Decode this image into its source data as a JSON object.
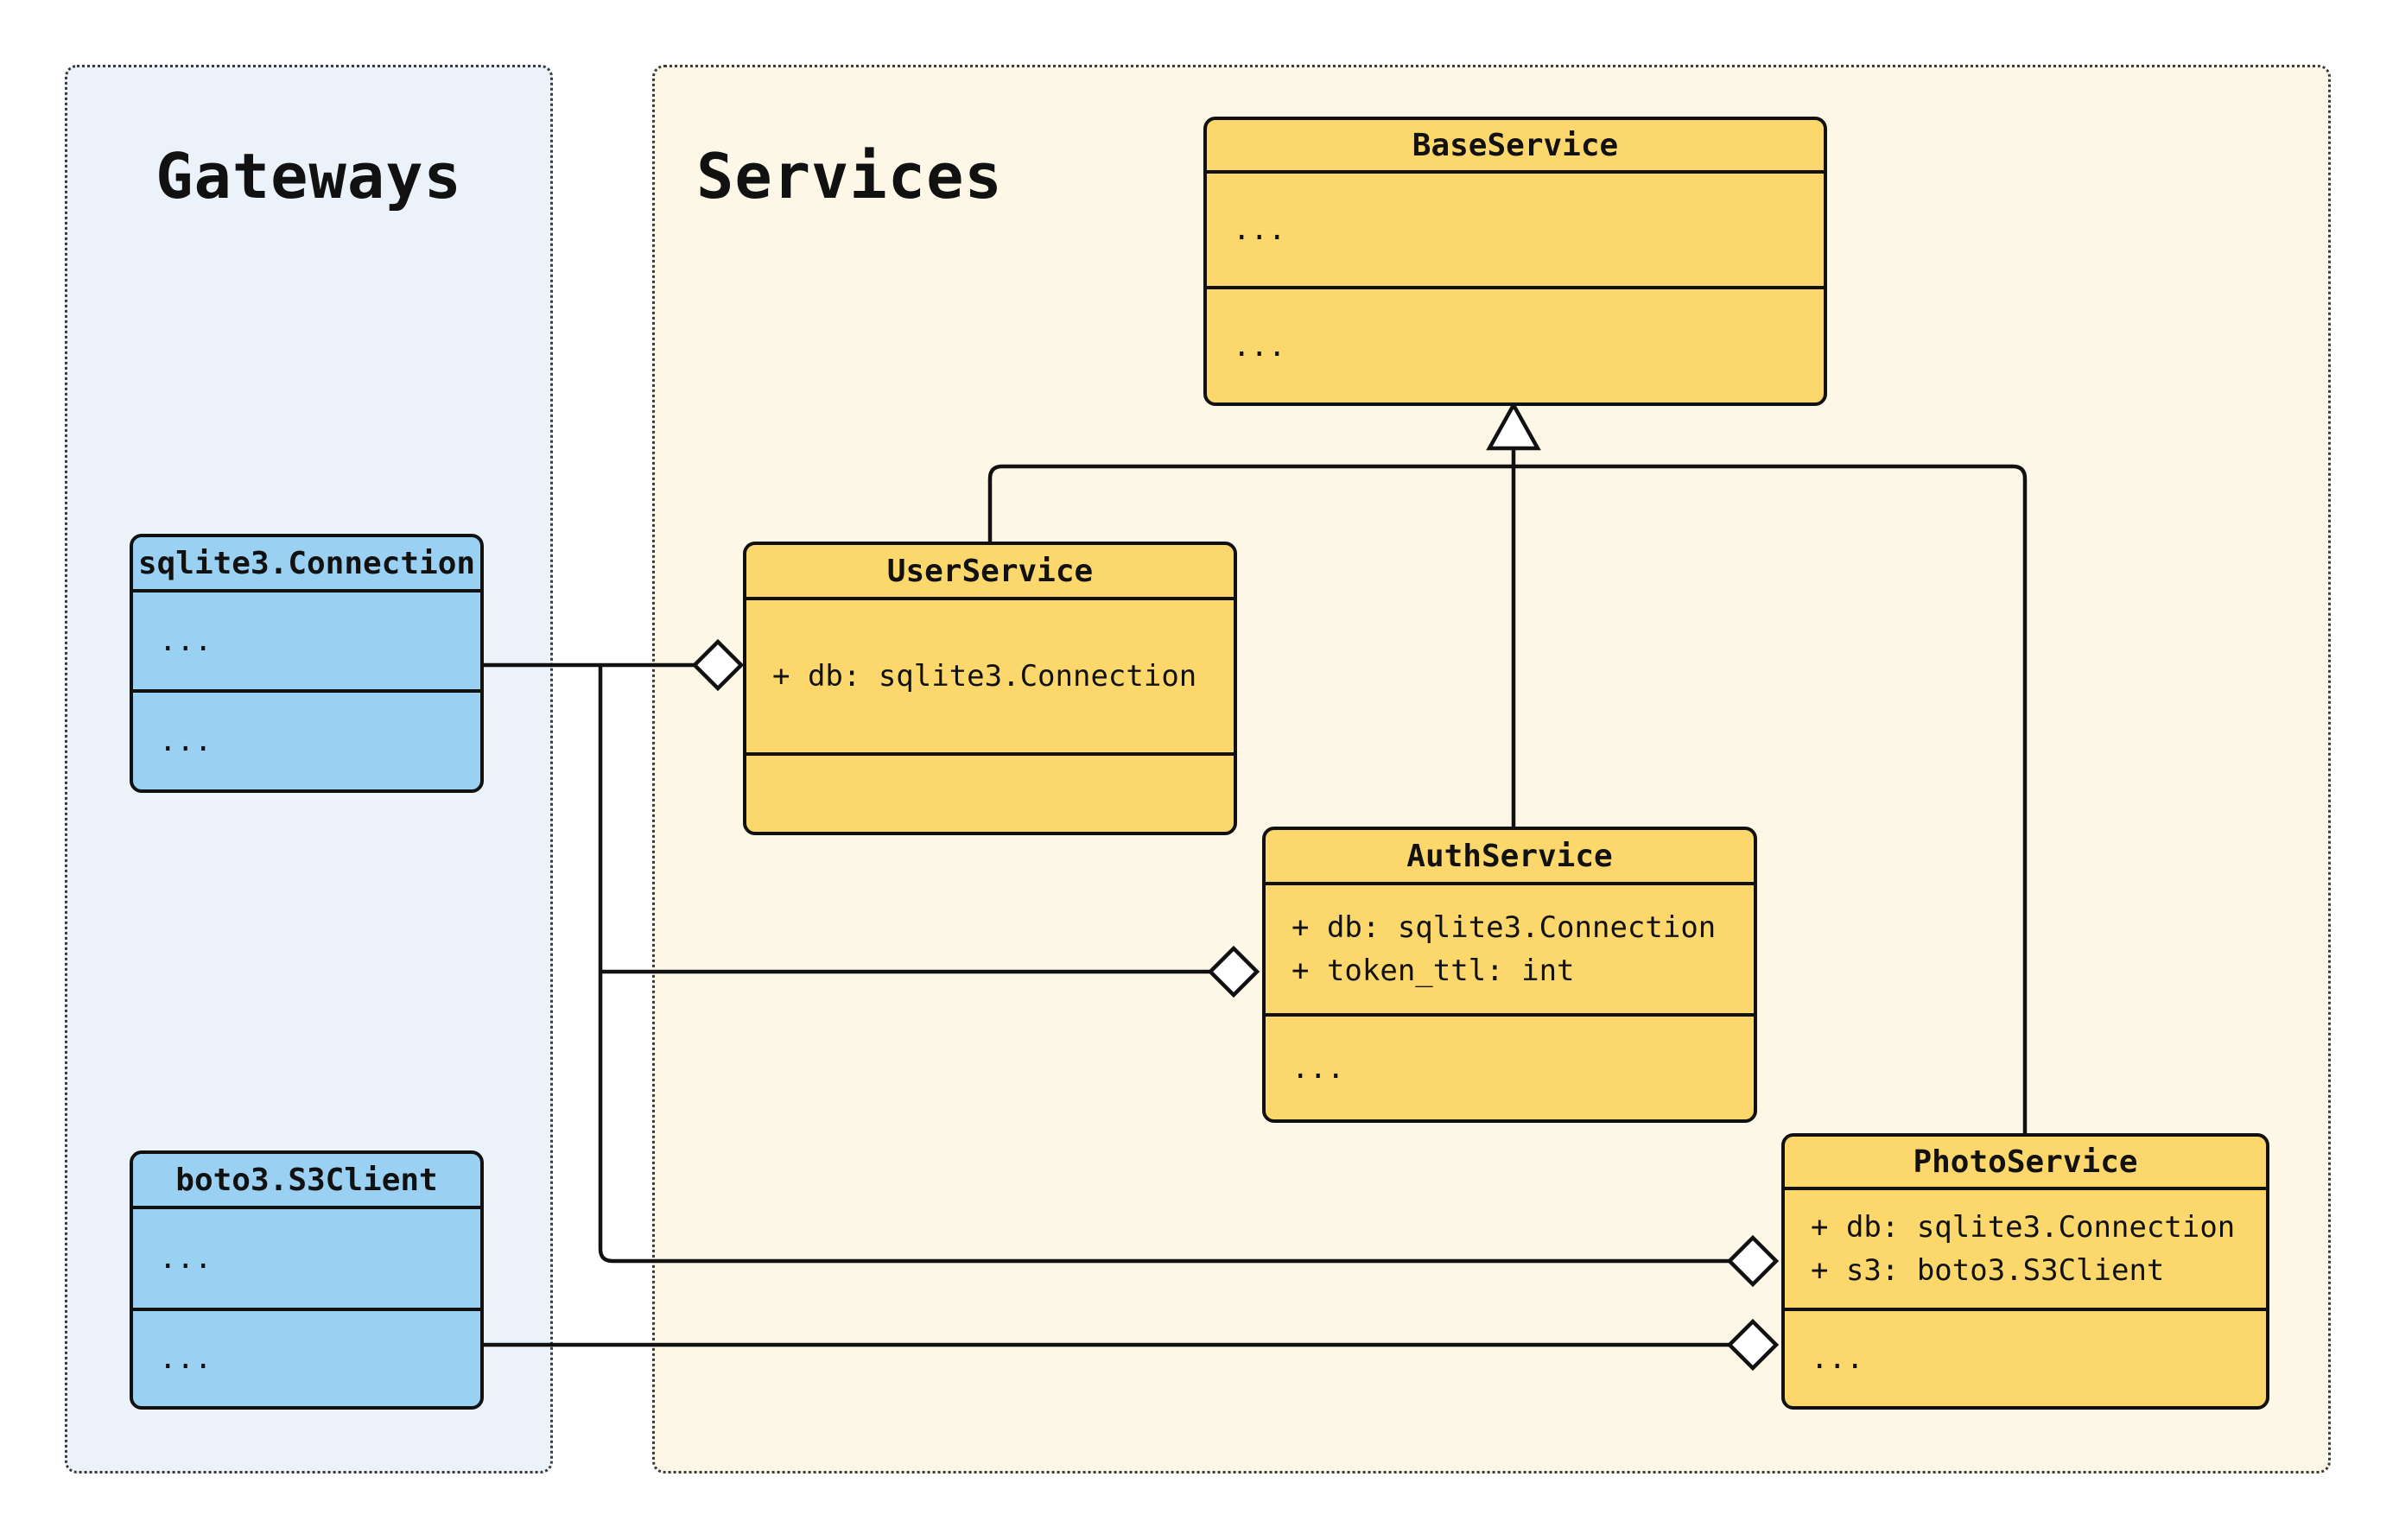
{
  "groups": {
    "gateways": {
      "label": "Gateways"
    },
    "services": {
      "label": "Services"
    }
  },
  "classes": {
    "sqlite": {
      "title": "sqlite3.Connection",
      "attributes": [
        "..."
      ],
      "methods": [
        "..."
      ]
    },
    "boto3c": {
      "title": "boto3.S3Client",
      "attributes": [
        "..."
      ],
      "methods": [
        "..."
      ]
    },
    "base": {
      "title": "BaseService",
      "attributes": [
        "..."
      ],
      "methods": [
        "..."
      ]
    },
    "user": {
      "title": "UserService",
      "attributes": [
        "+ db: sqlite3.Connection"
      ],
      "methods": []
    },
    "auth": {
      "title": "AuthService",
      "attributes": [
        "+ db: sqlite3.Connection",
        "+ token_ttl: int"
      ],
      "methods": [
        "..."
      ]
    },
    "photo": {
      "title": "PhotoService",
      "attributes": [
        "+ db: sqlite3.Connection",
        "+ s3: boto3.S3Client"
      ],
      "methods": [
        "..."
      ]
    }
  },
  "relationships": [
    {
      "type": "inheritance",
      "child": "UserService",
      "parent": "BaseService"
    },
    {
      "type": "inheritance",
      "child": "AuthService",
      "parent": "BaseService"
    },
    {
      "type": "inheritance",
      "child": "PhotoService",
      "parent": "BaseService"
    },
    {
      "type": "aggregation",
      "whole": "UserService",
      "part": "sqlite3.Connection"
    },
    {
      "type": "aggregation",
      "whole": "AuthService",
      "part": "sqlite3.Connection"
    },
    {
      "type": "aggregation",
      "whole": "PhotoService",
      "part": "sqlite3.Connection"
    },
    {
      "type": "aggregation",
      "whole": "PhotoService",
      "part": "boto3.S3Client"
    }
  ],
  "colors": {
    "service_class_fill": "#FCD86C",
    "gateway_class_fill": "#9AD1F2",
    "services_panel_bg": "#FDF7E7",
    "gateways_panel_bg": "#ECF2FA",
    "line_stroke": "#111111"
  }
}
